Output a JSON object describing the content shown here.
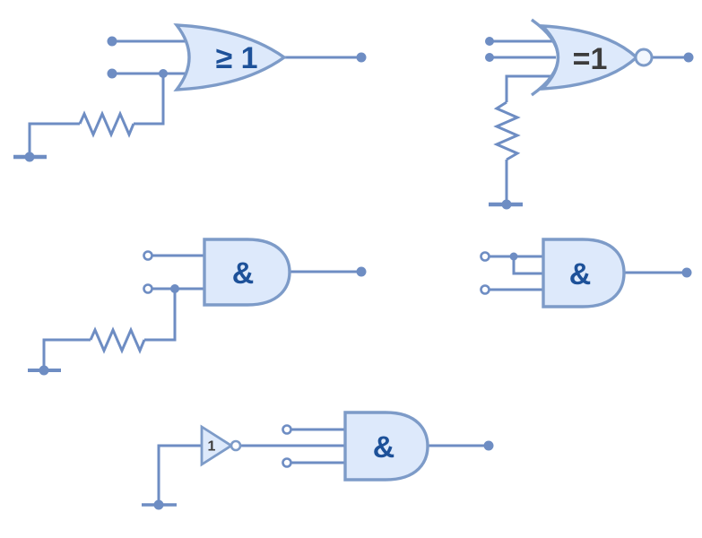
{
  "diagram": {
    "title": "logic-gate-circuits",
    "colors": {
      "background": "#ffffff",
      "wire": "#6e8dc3",
      "gate_stroke": "#7d9bc8",
      "gate_fill": "#dde9fb",
      "terminal_fill": "#6e8dc3",
      "bubble_fill": "#f2f7fe",
      "label_blue": "#1d5199",
      "label_dark": "#3c3c3c"
    },
    "circuits": [
      {
        "name": "or-gate-with-pulldown-resistor",
        "gate_label": "≥ 1"
      },
      {
        "name": "xnor-gate-with-pulldown-resistor",
        "gate_label": "=1"
      },
      {
        "name": "and-gate-with-pulldown-resistor",
        "gate_label": "&"
      },
      {
        "name": "and-gate-with-tied-inputs",
        "gate_label": "&"
      },
      {
        "name": "buffer-driving-and-gate",
        "buffer_label": "1",
        "gate_label": "&"
      }
    ]
  }
}
